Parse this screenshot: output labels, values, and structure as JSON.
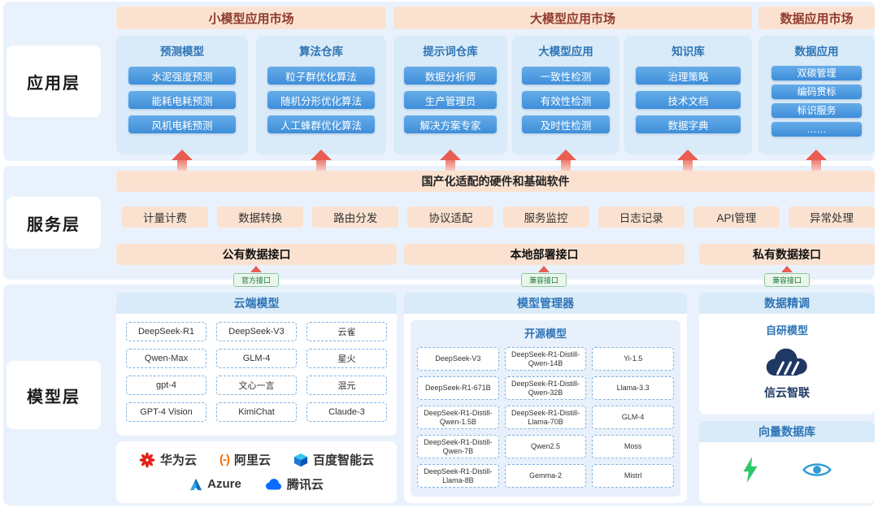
{
  "colors": {
    "band_blue": "#E9F2FC",
    "panel_blue": "#D9EAF8",
    "accent_blue": "#2E75B6",
    "button_blue": "#3E8ED9",
    "peach": "#FBE2D0",
    "arrow_red": "#E95D52",
    "tag_green": "#1F7A33",
    "navy": "#1F3864"
  },
  "layers": [
    {
      "label": "应用层"
    },
    {
      "label": "服务层"
    },
    {
      "label": "模型层"
    }
  ],
  "markets": [
    {
      "label": "小模型应用市场"
    },
    {
      "label": "大模型应用市场"
    },
    {
      "label": "数据应用市场"
    }
  ],
  "app_columns": [
    {
      "title": "预测模型",
      "items": [
        "水泥强度预测",
        "能耗电耗预测",
        "风机电耗预测"
      ]
    },
    {
      "title": "算法仓库",
      "items": [
        "粒子群优化算法",
        "随机分形优化算法",
        "人工蜂群优化算法"
      ]
    },
    {
      "title": "提示词仓库",
      "items": [
        "数据分析师",
        "生产管理员",
        "解决方案专家"
      ]
    },
    {
      "title": "大模型应用",
      "items": [
        "一致性检测",
        "有效性检测",
        "及时性检测"
      ]
    },
    {
      "title": "知识库",
      "items": [
        "治理策略",
        "技术文档",
        "数据字典"
      ]
    },
    {
      "title": "数据应用",
      "items": [
        "双碳管理",
        "编码贯标",
        "标识服务",
        "……"
      ]
    }
  ],
  "hardware_bar": {
    "label": "国产化适配的硬件和基础软件"
  },
  "service_functions": [
    "计量计费",
    "数据转换",
    "路由分发",
    "协议适配",
    "服务监控",
    "日志记录",
    "API管理",
    "异常处理"
  ],
  "interfaces": [
    {
      "label": "公有数据接口",
      "tag": "官方接口"
    },
    {
      "label": "本地部署接口",
      "tag": "兼容接口"
    },
    {
      "label": "私有数据接口",
      "tag": "兼容接口"
    }
  ],
  "cloud_panel": {
    "title": "云端模型",
    "models": [
      "DeepSeek-R1",
      "DeepSeek-V3",
      "云雀",
      "Qwen-Max",
      "GLM-4",
      "星火",
      "gpt-4",
      "文心一言",
      "混元",
      "GPT-4 Vision",
      "KimiChat",
      "Claude-3"
    ]
  },
  "vendors": [
    {
      "name": "华为云",
      "icon": "huawei-flower-icon"
    },
    {
      "name": "阿里云",
      "icon": "alibaba-bracket-icon"
    },
    {
      "name": "百度智能云",
      "icon": "baidu-cube-icon"
    },
    {
      "name": "Azure",
      "icon": "azure-triangle-icon"
    },
    {
      "name": "腾讯云",
      "icon": "tencent-cloud-icon"
    }
  ],
  "model_manager": {
    "title": "模型管理器",
    "group_title": "开源模型",
    "models": [
      "DeepSeek-V3",
      "DeepSeek-R1-Distill-Qwen-14B",
      "Yi-1.5",
      "DeepSeek-R1-671B",
      "DeepSeek-R1-Distill-Qwen-32B",
      "Llama-3.3",
      "DeepSeek-R1-Distill-Qwen-1.5B",
      "DeepSeek-R1-Distill-Llama-70B",
      "GLM-4",
      "DeepSeek-R1-Distill-Qwen-7B",
      "Qwen2.5",
      "Moss",
      "DeepSeek-R1-Distill-Llama-8B",
      "Gemma-2",
      "Mistrl"
    ]
  },
  "fine_tune": {
    "title": "数据精调",
    "model_title": "自研模型",
    "brand": "信云智联",
    "icon": "navy-cloud-icon"
  },
  "vector_db": {
    "title": "向量数据库",
    "icons": [
      "lightning-icon",
      "eye-icon"
    ]
  }
}
